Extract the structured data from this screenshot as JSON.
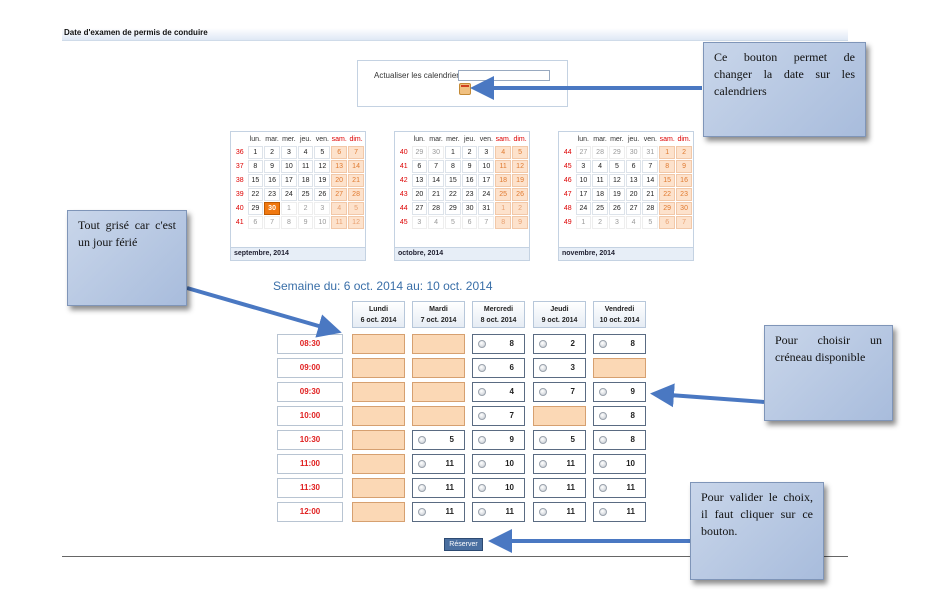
{
  "header": {
    "title": "Date d'examen de permis de conduire"
  },
  "refresh": {
    "label": "Actualiser les calendriers",
    "value": ""
  },
  "day_names": [
    "lun.",
    "mar.",
    "mer.",
    "jeu.",
    "ven.",
    "sam.",
    "dim."
  ],
  "calendars": [
    {
      "month": "septembre, 2014",
      "weeks": [
        {
          "no": "36",
          "days": [
            [
              "1",
              "d"
            ],
            [
              "2",
              "d"
            ],
            [
              "3",
              "d"
            ],
            [
              "4",
              "d"
            ],
            [
              "5",
              "d"
            ],
            [
              "6",
              "w"
            ],
            [
              "7",
              "w"
            ]
          ]
        },
        {
          "no": "37",
          "days": [
            [
              "8",
              "d"
            ],
            [
              "9",
              "d"
            ],
            [
              "10",
              "d"
            ],
            [
              "11",
              "d"
            ],
            [
              "12",
              "d"
            ],
            [
              "13",
              "w"
            ],
            [
              "14",
              "w"
            ]
          ]
        },
        {
          "no": "38",
          "days": [
            [
              "15",
              "d"
            ],
            [
              "16",
              "d"
            ],
            [
              "17",
              "d"
            ],
            [
              "18",
              "d"
            ],
            [
              "19",
              "d"
            ],
            [
              "20",
              "w"
            ],
            [
              "21",
              "w"
            ]
          ]
        },
        {
          "no": "39",
          "days": [
            [
              "22",
              "d"
            ],
            [
              "23",
              "d"
            ],
            [
              "24",
              "d"
            ],
            [
              "25",
              "d"
            ],
            [
              "26",
              "d"
            ],
            [
              "27",
              "w"
            ],
            [
              "28",
              "w"
            ]
          ]
        },
        {
          "no": "40",
          "days": [
            [
              "29",
              "d"
            ],
            [
              "30",
              "sel"
            ],
            [
              "1",
              "o"
            ],
            [
              "2",
              "o"
            ],
            [
              "3",
              "o"
            ],
            [
              "4",
              "ow"
            ],
            [
              "5",
              "ow"
            ]
          ]
        },
        {
          "no": "41",
          "days": [
            [
              "6",
              "o"
            ],
            [
              "7",
              "o"
            ],
            [
              "8",
              "o"
            ],
            [
              "9",
              "o"
            ],
            [
              "10",
              "o"
            ],
            [
              "11",
              "ow"
            ],
            [
              "12",
              "ow"
            ]
          ]
        }
      ]
    },
    {
      "month": "octobre, 2014",
      "weeks": [
        {
          "no": "40",
          "days": [
            [
              "29",
              "o"
            ],
            [
              "30",
              "o"
            ],
            [
              "1",
              "d"
            ],
            [
              "2",
              "d"
            ],
            [
              "3",
              "d"
            ],
            [
              "4",
              "w"
            ],
            [
              "5",
              "w"
            ]
          ]
        },
        {
          "no": "41",
          "days": [
            [
              "6",
              "d"
            ],
            [
              "7",
              "d"
            ],
            [
              "8",
              "d"
            ],
            [
              "9",
              "d"
            ],
            [
              "10",
              "d"
            ],
            [
              "11",
              "w"
            ],
            [
              "12",
              "w"
            ]
          ]
        },
        {
          "no": "42",
          "days": [
            [
              "13",
              "d"
            ],
            [
              "14",
              "d"
            ],
            [
              "15",
              "d"
            ],
            [
              "16",
              "d"
            ],
            [
              "17",
              "d"
            ],
            [
              "18",
              "w"
            ],
            [
              "19",
              "w"
            ]
          ]
        },
        {
          "no": "43",
          "days": [
            [
              "20",
              "d"
            ],
            [
              "21",
              "d"
            ],
            [
              "22",
              "d"
            ],
            [
              "23",
              "d"
            ],
            [
              "24",
              "d"
            ],
            [
              "25",
              "w"
            ],
            [
              "26",
              "w"
            ]
          ]
        },
        {
          "no": "44",
          "days": [
            [
              "27",
              "d"
            ],
            [
              "28",
              "d"
            ],
            [
              "29",
              "d"
            ],
            [
              "30",
              "d"
            ],
            [
              "31",
              "d"
            ],
            [
              "1",
              "ow"
            ],
            [
              "2",
              "ow"
            ]
          ]
        },
        {
          "no": "45",
          "days": [
            [
              "3",
              "o"
            ],
            [
              "4",
              "o"
            ],
            [
              "5",
              "o"
            ],
            [
              "6",
              "o"
            ],
            [
              "7",
              "o"
            ],
            [
              "8",
              "ow"
            ],
            [
              "9",
              "ow"
            ]
          ]
        }
      ]
    },
    {
      "month": "novembre, 2014",
      "weeks": [
        {
          "no": "44",
          "days": [
            [
              "27",
              "o"
            ],
            [
              "28",
              "o"
            ],
            [
              "29",
              "o"
            ],
            [
              "30",
              "o"
            ],
            [
              "31",
              "o"
            ],
            [
              "1",
              "w"
            ],
            [
              "2",
              "w"
            ]
          ]
        },
        {
          "no": "45",
          "days": [
            [
              "3",
              "d"
            ],
            [
              "4",
              "d"
            ],
            [
              "5",
              "d"
            ],
            [
              "6",
              "d"
            ],
            [
              "7",
              "d"
            ],
            [
              "8",
              "w"
            ],
            [
              "9",
              "w"
            ]
          ]
        },
        {
          "no": "46",
          "days": [
            [
              "10",
              "d"
            ],
            [
              "11",
              "d"
            ],
            [
              "12",
              "d"
            ],
            [
              "13",
              "d"
            ],
            [
              "14",
              "d"
            ],
            [
              "15",
              "w"
            ],
            [
              "16",
              "w"
            ]
          ]
        },
        {
          "no": "47",
          "days": [
            [
              "17",
              "d"
            ],
            [
              "18",
              "d"
            ],
            [
              "19",
              "d"
            ],
            [
              "20",
              "d"
            ],
            [
              "21",
              "d"
            ],
            [
              "22",
              "w"
            ],
            [
              "23",
              "w"
            ]
          ]
        },
        {
          "no": "48",
          "days": [
            [
              "24",
              "d"
            ],
            [
              "25",
              "d"
            ],
            [
              "26",
              "d"
            ],
            [
              "27",
              "d"
            ],
            [
              "28",
              "d"
            ],
            [
              "29",
              "w"
            ],
            [
              "30",
              "w"
            ]
          ]
        },
        {
          "no": "49",
          "days": [
            [
              "1",
              "o"
            ],
            [
              "2",
              "o"
            ],
            [
              "3",
              "o"
            ],
            [
              "4",
              "o"
            ],
            [
              "5",
              "o"
            ],
            [
              "6",
              "ow"
            ],
            [
              "7",
              "ow"
            ]
          ]
        }
      ]
    }
  ],
  "week": {
    "title": "Semaine du: 6 oct. 2014 au: 10 oct. 2014",
    "days": [
      {
        "name": "Lundi",
        "date": "6 oct. 2014"
      },
      {
        "name": "Mardi",
        "date": "7 oct. 2014"
      },
      {
        "name": "Mercredi",
        "date": "8 oct. 2014"
      },
      {
        "name": "Jeudi",
        "date": "9 oct. 2014"
      },
      {
        "name": "Vendredi",
        "date": "10 oct. 2014"
      }
    ],
    "times": [
      "08:30",
      "09:00",
      "09:30",
      "10:00",
      "10:30",
      "11:00",
      "11:30",
      "12:00"
    ],
    "slots": [
      [
        null,
        null,
        "8",
        "2",
        "8"
      ],
      [
        null,
        null,
        "6",
        "3",
        null
      ],
      [
        null,
        null,
        "4",
        "7",
        "9"
      ],
      [
        null,
        null,
        "7",
        null,
        "8"
      ],
      [
        null,
        "5",
        "9",
        "5",
        "8"
      ],
      [
        null,
        "11",
        "10",
        "11",
        "10"
      ],
      [
        null,
        "11",
        "10",
        "11",
        "11"
      ],
      [
        null,
        "11",
        "11",
        "11",
        "11"
      ]
    ]
  },
  "reserve_label": "Réserver",
  "notes": {
    "calendar_button": "Ce bouton permet de changer la date sur les calendriers",
    "holiday": "Tout grisé car c'est un jour férié",
    "slot": "Pour choisir un créneau disponible",
    "validate": "Pour valider le choix, il faut cliquer sur ce bouton."
  },
  "colors": {
    "accent": "#3a6fa8",
    "time_red": "#e02020",
    "unavailable": "#fbd8b5",
    "arrow": "#4a78c2"
  }
}
